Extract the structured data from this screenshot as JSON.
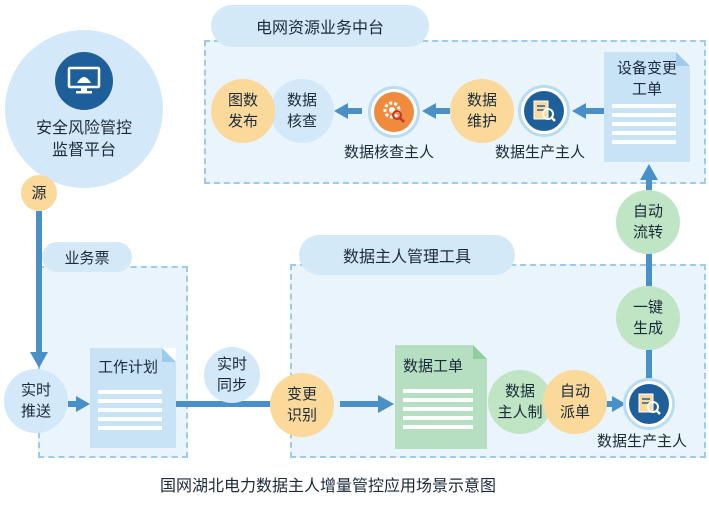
{
  "platform": {
    "label": "安全风险管控\n监督平台",
    "source": "源"
  },
  "top_panel": {
    "title": "电网资源业务中台",
    "doc": "设备变更\n工单",
    "data_maintain": "数据\n维护",
    "producer_label": "数据生产主人",
    "checker_label": "数据核查主人",
    "data_check": "数据\n核查",
    "map_publish": "图数\n发布"
  },
  "ticket_panel": {
    "title": "业务票",
    "realtime_push": "实时\n推送",
    "work_plan": "工作计划"
  },
  "sync": "实时\n同步",
  "tool_panel": {
    "title": "数据主人管理工具",
    "change_identify": "变更\n识别",
    "data_ticket": "数据工单",
    "owner_system": "数据\n主人制",
    "auto_dispatch": "自动\n派单",
    "producer_label": "数据生产主人"
  },
  "flow": {
    "one_click": "一键\n生成",
    "auto_transfer": "自动\n流转"
  },
  "caption": "国网湖北电力数据主人增量管控应用场景示意图",
  "colors": {
    "arrow": "#4a90c8",
    "panel": "#eaf4fc",
    "dash": "#9ecbeb",
    "orange": "#fad99b",
    "green": "#bfe5c4",
    "navy": "#1f5f99"
  }
}
